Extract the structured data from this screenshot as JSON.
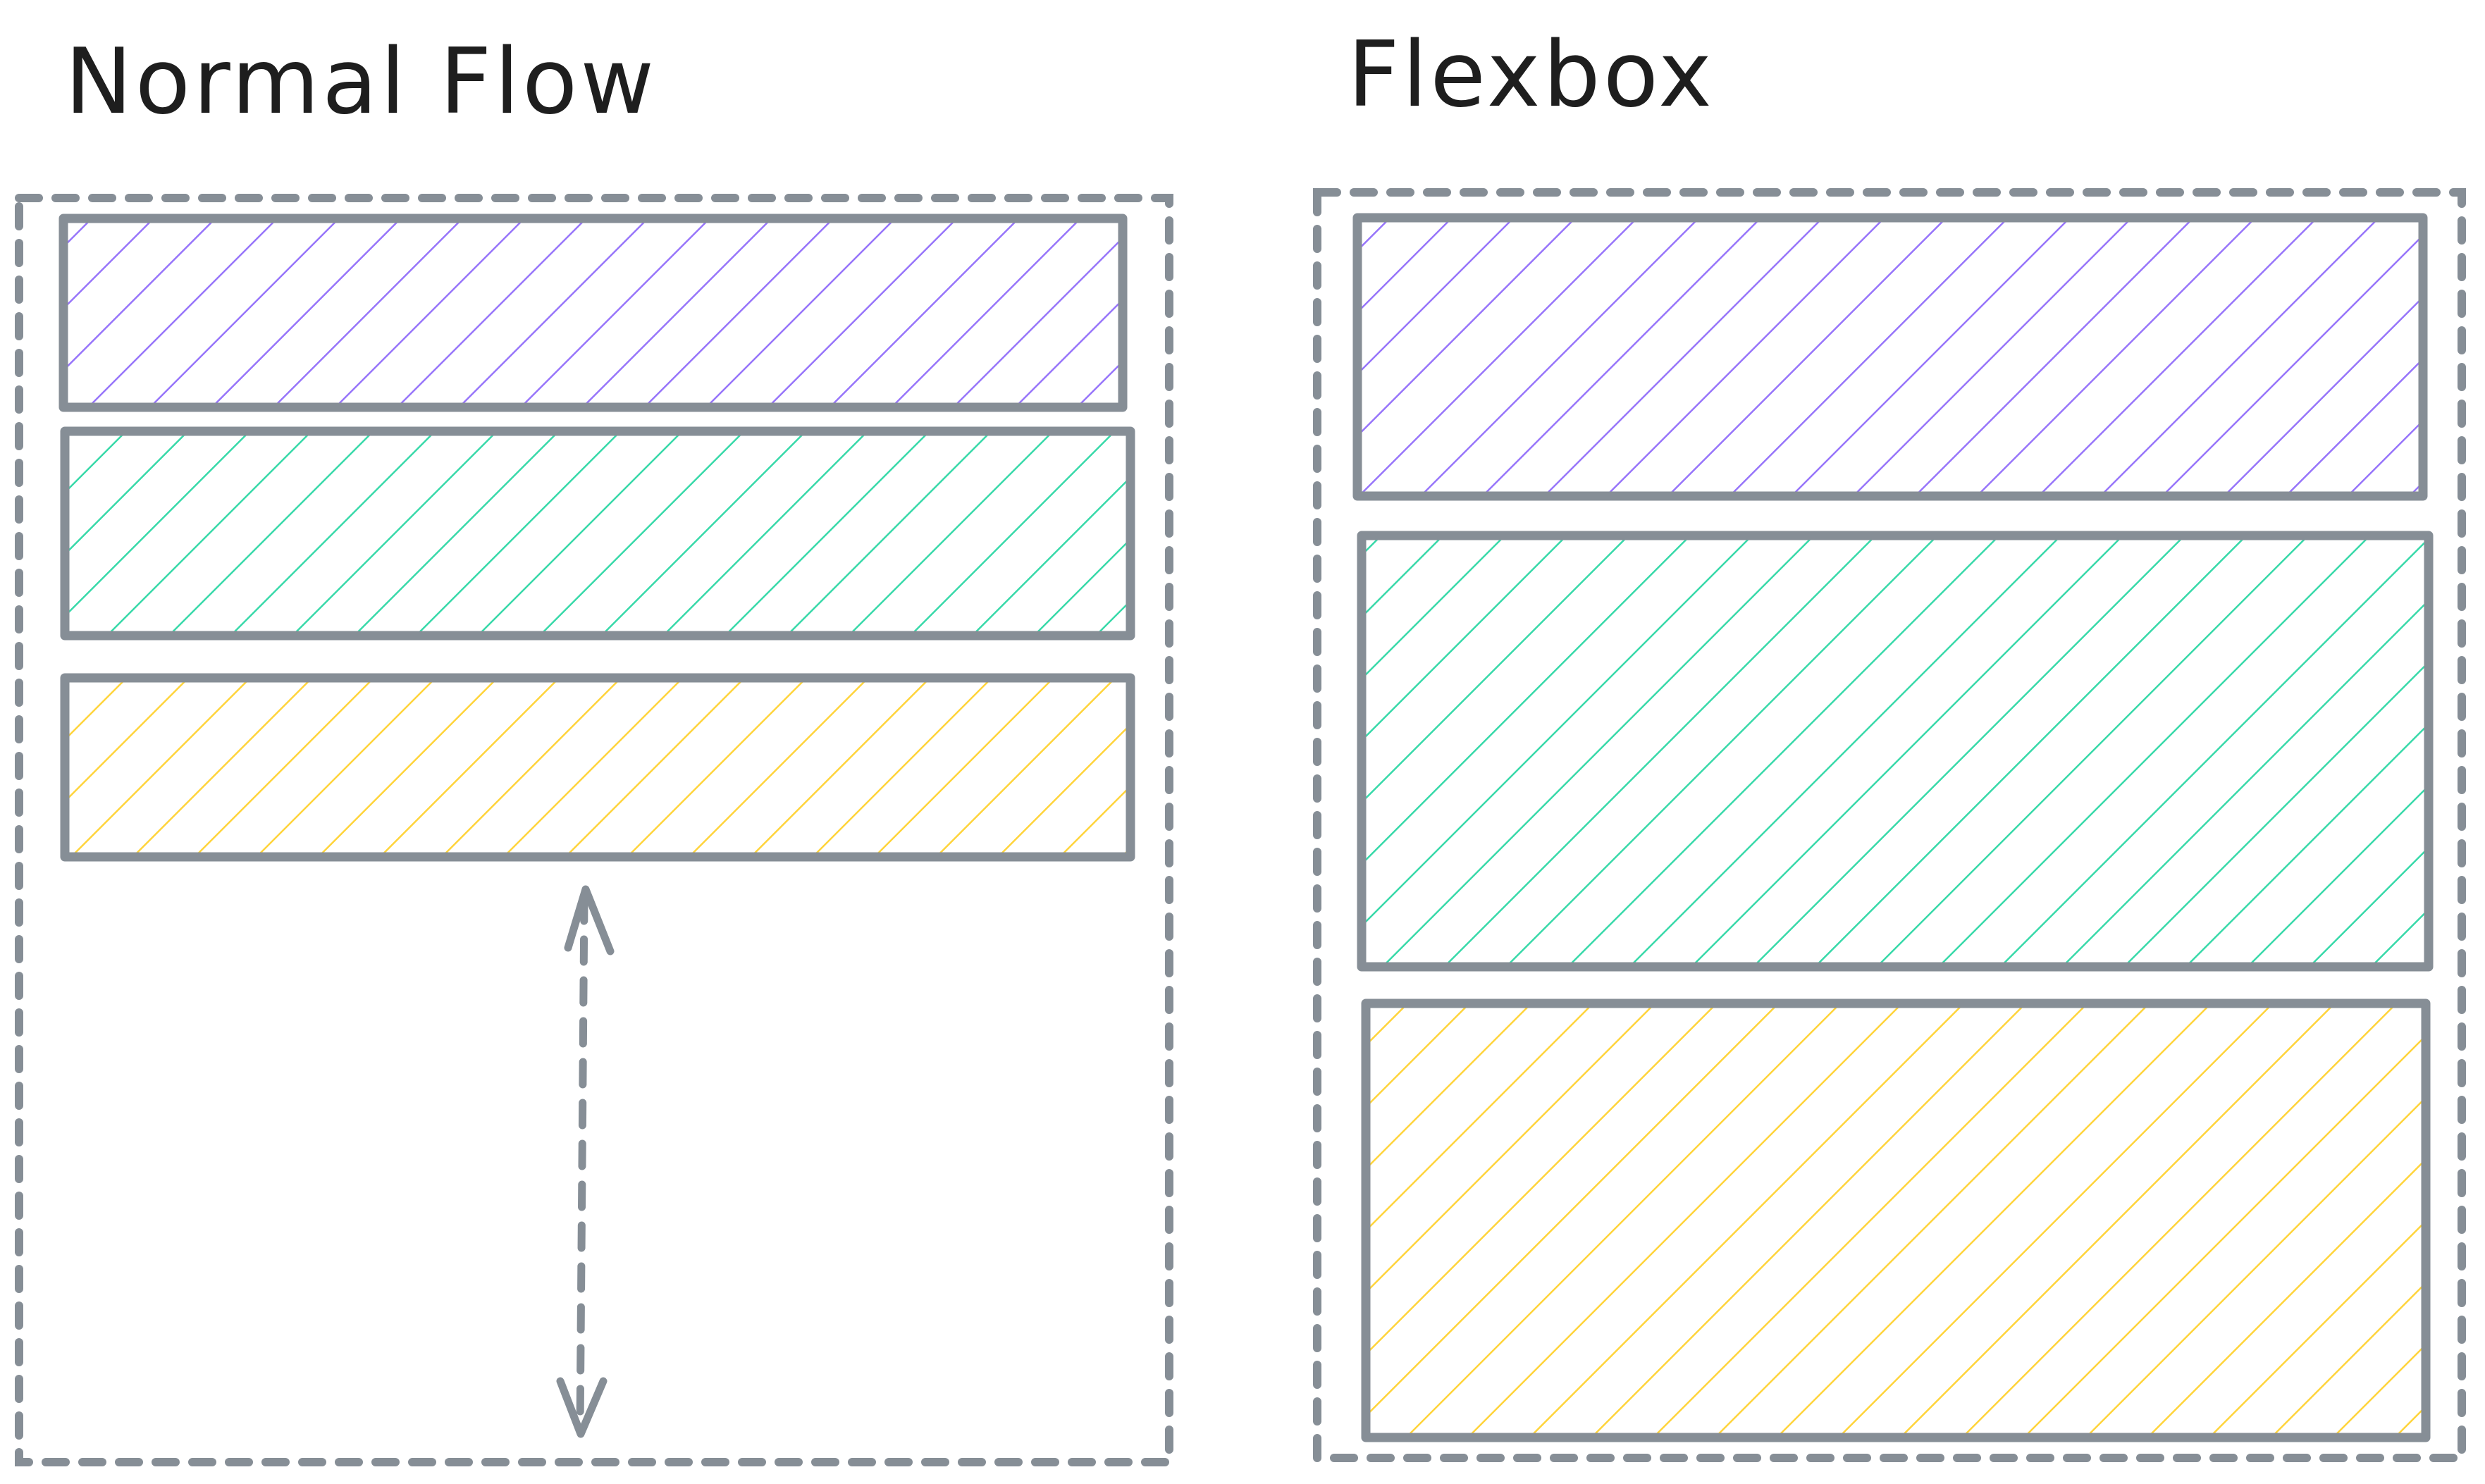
{
  "panels": [
    {
      "title": "Normal Flow",
      "boxes": [
        "purple",
        "green",
        "yellow"
      ],
      "shows_leftover_space_arrow": true
    },
    {
      "title": "Flexbox",
      "boxes": [
        "purple",
        "green",
        "yellow"
      ],
      "shows_leftover_space_arrow": false
    }
  ],
  "colors": {
    "outline": "#868e96",
    "box_stroke": "#868e96",
    "purple": "#9775fa",
    "green": "#38d9a9",
    "yellow": "#ffd43b",
    "text": "#1e1e1e"
  },
  "icons": {
    "arrow": "double-headed-dashed-arrow-icon"
  }
}
